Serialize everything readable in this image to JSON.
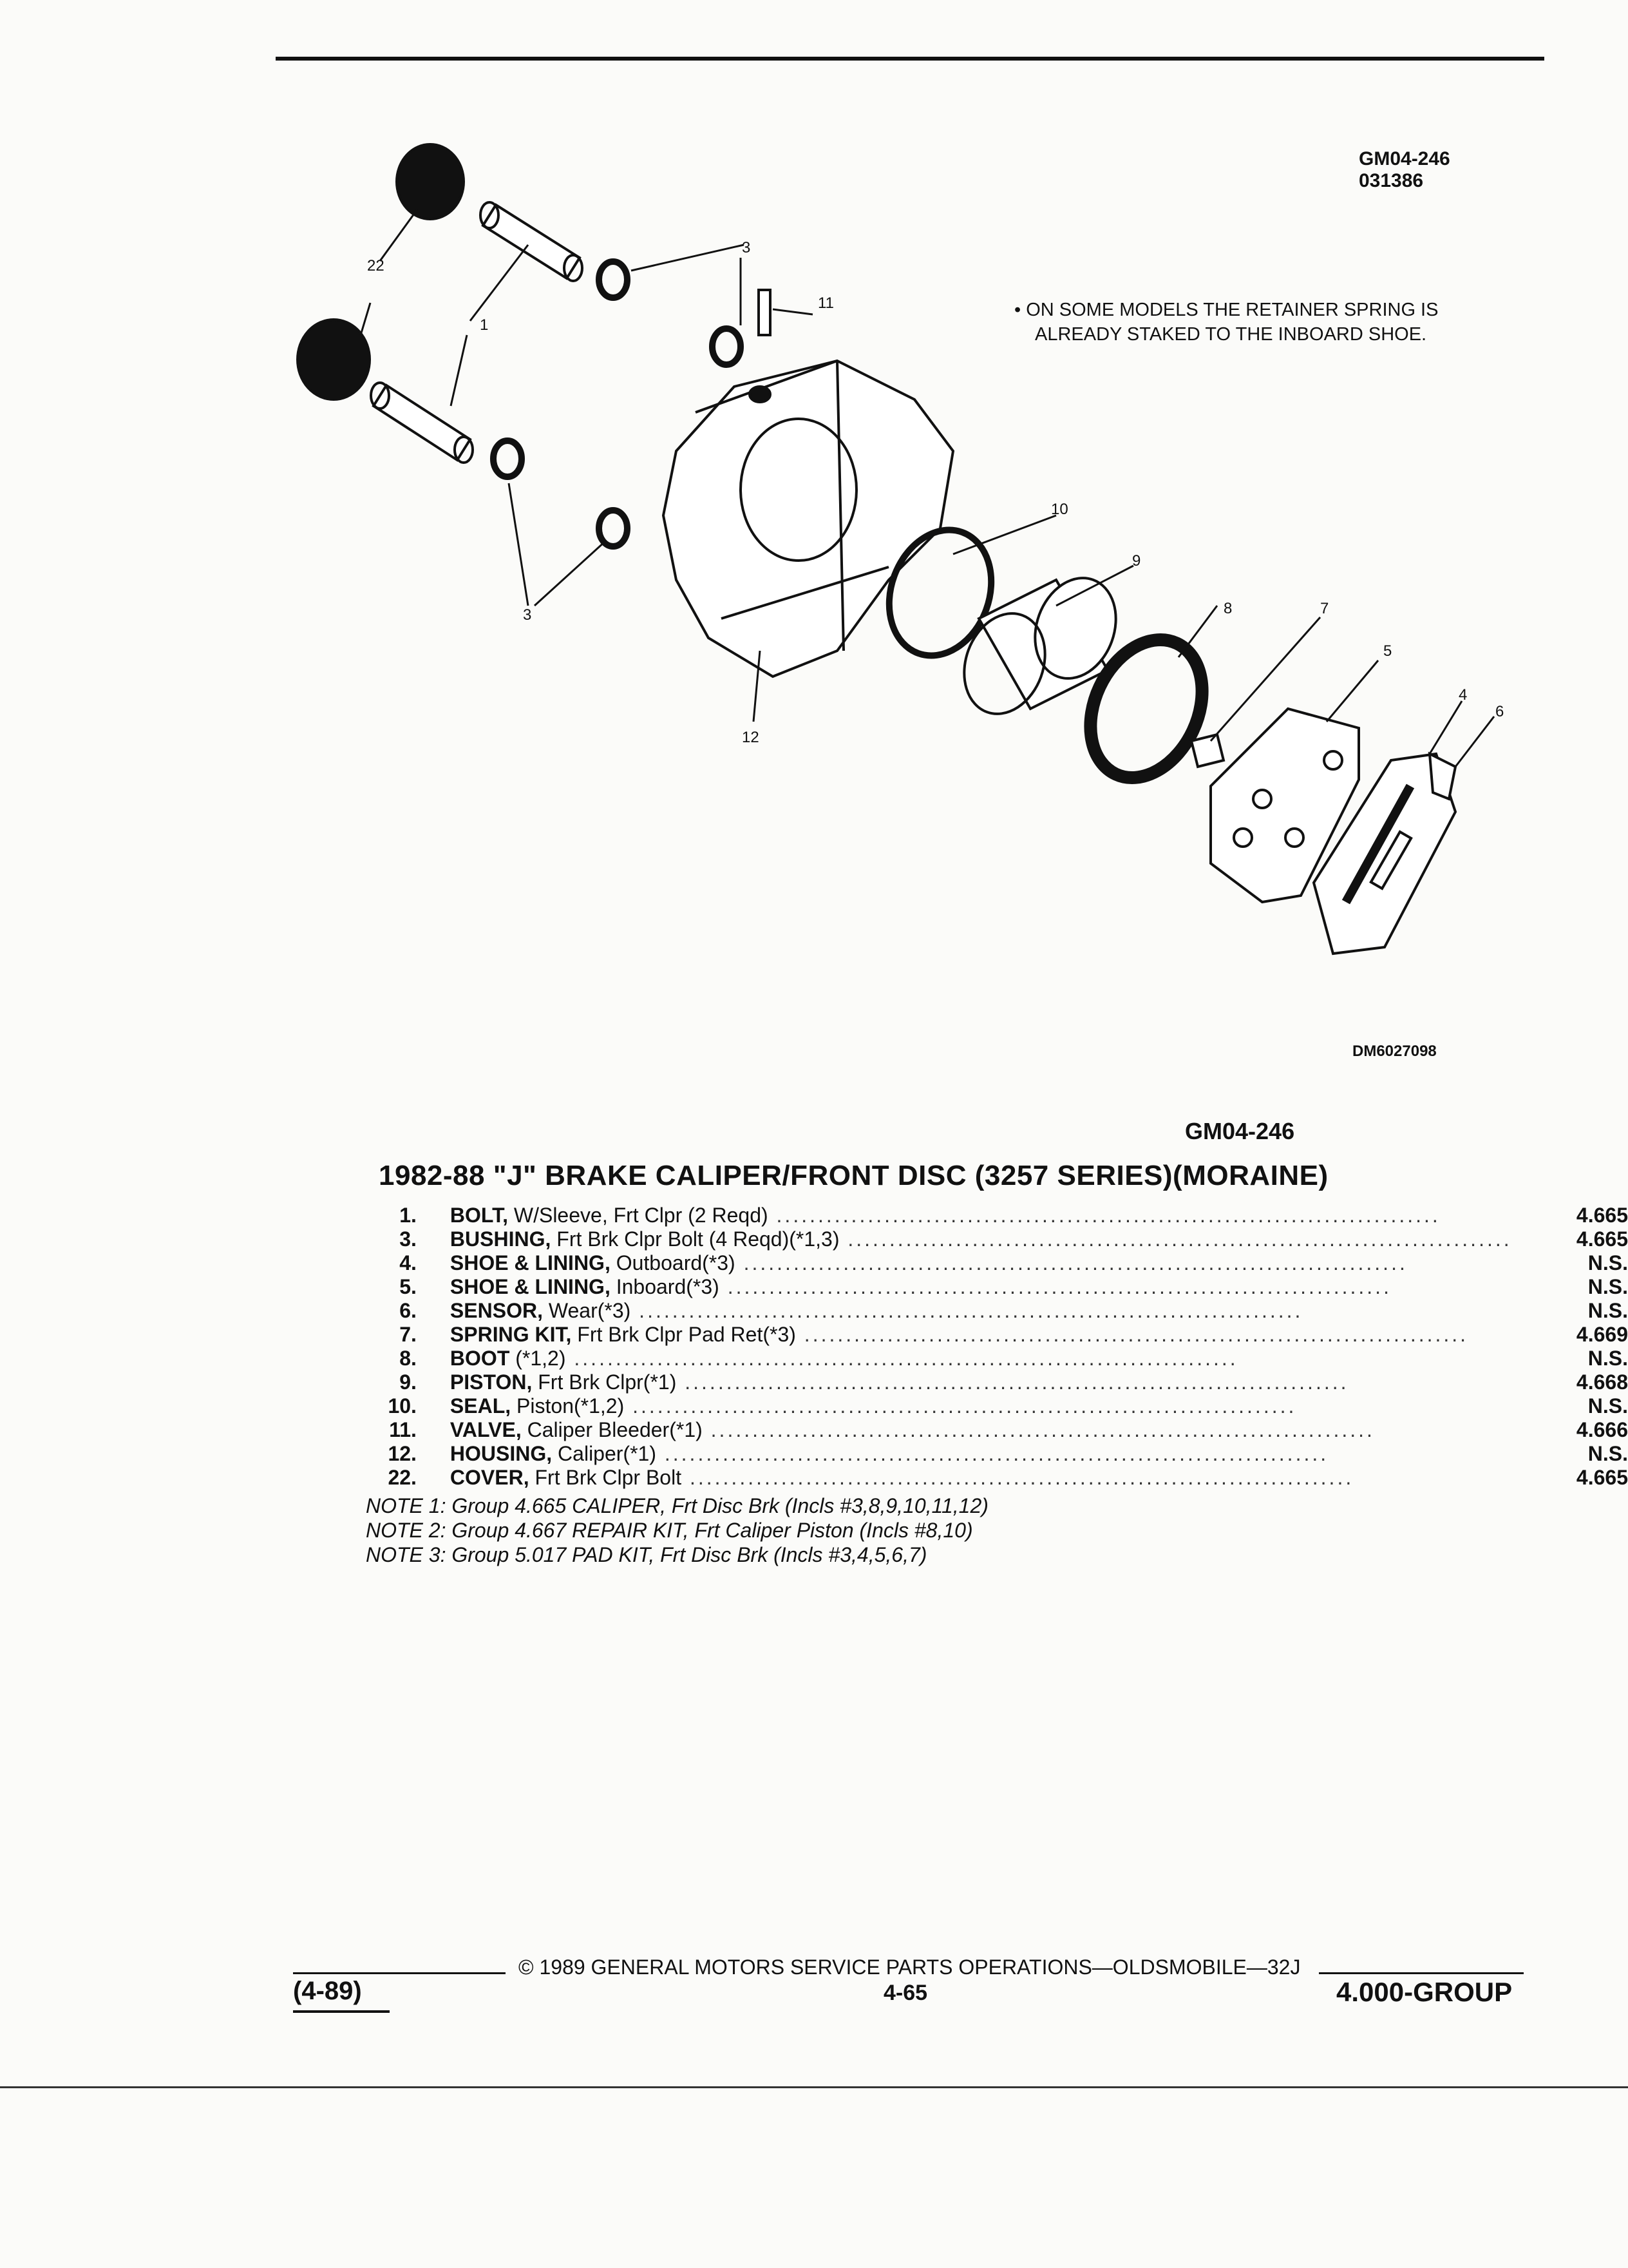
{
  "header": {
    "code": "GM04-246",
    "date_code": "031386",
    "note_line1": "• ON SOME MODELS THE RETAINER SPRING IS",
    "note_line2": "ALREADY STAKED TO THE INBOARD SHOE."
  },
  "diagram": {
    "id": "DM6027098",
    "callouts": [
      "22",
      "1",
      "3",
      "11",
      "3",
      "10",
      "9",
      "8",
      "7",
      "5",
      "4",
      "6",
      "12"
    ]
  },
  "section": {
    "group_code": "GM04-246",
    "title": "1982-88 \"J\" BRAKE CALIPER/FRONT DISC (3257 SERIES)(MORAINE)"
  },
  "parts": [
    {
      "num": "1.",
      "name": "BOLT,",
      "detail": " W/Sleeve, Frt Clpr (2 Reqd)",
      "code": "4.665"
    },
    {
      "num": "3.",
      "name": "BUSHING,",
      "detail": " Frt Brk Clpr Bolt (4 Reqd)(*1,3)",
      "code": "4.665"
    },
    {
      "num": "4.",
      "name": "SHOE & LINING,",
      "detail": " Outboard(*3)",
      "code": "N.S."
    },
    {
      "num": "5.",
      "name": "SHOE & LINING,",
      "detail": " Inboard(*3)",
      "code": "N.S."
    },
    {
      "num": "6.",
      "name": "SENSOR,",
      "detail": " Wear(*3)",
      "code": "N.S."
    },
    {
      "num": "7.",
      "name": "SPRING KIT,",
      "detail": " Frt Brk Clpr Pad Ret(*3)",
      "code": "4.669"
    },
    {
      "num": "8.",
      "name": "BOOT",
      "detail": " (*1,2)",
      "code": "N.S."
    },
    {
      "num": "9.",
      "name": "PISTON,",
      "detail": " Frt Brk Clpr(*1)",
      "code": "4.668"
    },
    {
      "num": "10.",
      "name": "SEAL,",
      "detail": " Piston(*1,2)",
      "code": "N.S."
    },
    {
      "num": "11.",
      "name": "VALVE,",
      "detail": " Caliper Bleeder(*1)",
      "code": "4.666"
    },
    {
      "num": "12.",
      "name": "HOUSING,",
      "detail": " Caliper(*1)",
      "code": "N.S."
    },
    {
      "num": "22.",
      "name": "COVER,",
      "detail": " Frt Brk Clpr Bolt",
      "code": "4.665"
    }
  ],
  "notes": [
    "NOTE 1: Group 4.665 CALIPER, Frt Disc Brk (Incls #3,8,9,10,11,12)",
    "NOTE 2: Group 4.667 REPAIR KIT, Frt Caliper Piston (Incls #8,10)",
    "NOTE 3: Group 5.017 PAD KIT, Frt Disc Brk (Incls #3,4,5,6,7)"
  ],
  "footer": {
    "copyright": "© 1989 GENERAL MOTORS SERVICE PARTS OPERATIONS—OLDSMOBILE—32J",
    "revision": "(4-89)",
    "page": "4-65",
    "group": "4.000-GROUP"
  }
}
